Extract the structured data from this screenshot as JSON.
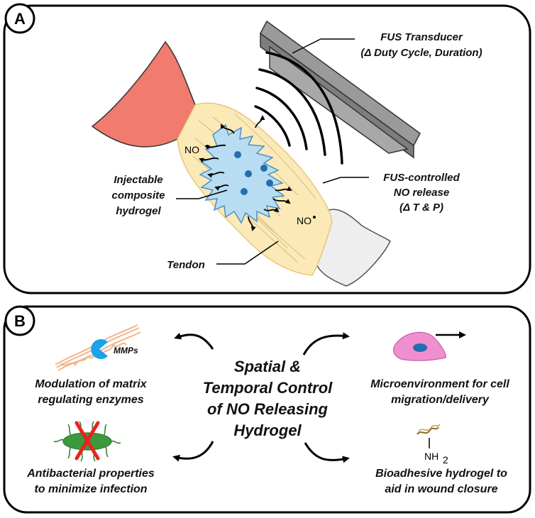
{
  "panel_a": {
    "badge": "A",
    "transducer_label_1": "FUS Transducer",
    "transducer_label_2": "(Δ Duty Cycle, Duration)",
    "release_label_1": "FUS-controlled",
    "release_label_2": "NO release",
    "release_label_3": "(Δ T & P)",
    "hydrogel_label_1": "Injectable",
    "hydrogel_label_2": "composite",
    "hydrogel_label_3": "hydrogel",
    "tendon_label": "Tendon",
    "no_radical_1": "NO",
    "no_radical_2": "NO"
  },
  "panel_b": {
    "badge": "B",
    "center_1": "Spatial &",
    "center_2": "Temporal Control",
    "center_3": "of NO Releasing",
    "center_4": "Hydrogel",
    "mmp_tag": "MMPs",
    "item_tl_1": "Modulation of matrix",
    "item_tl_2": "regulating enzymes",
    "item_tr_1": "Microenvironment for cell",
    "item_tr_2": "migration/delivery",
    "item_bl_1": "Antibacterial properties",
    "item_bl_2": "to minimize infection",
    "item_br_1": "Bioadhesive hydrogel to",
    "item_br_2": "aid in wound closure",
    "amine": "NH",
    "amine_sub": "2"
  },
  "colors": {
    "muscle": "#f07b6e",
    "tendon": "#fbe9b7",
    "hydrogel": "#b8dcf2",
    "nanoparticle": "#1f6fb0",
    "transducer": "#a8a8a8",
    "cell": "#f08fd0",
    "bacteria": "#3c9a3c",
    "cross": "#e8231d"
  }
}
